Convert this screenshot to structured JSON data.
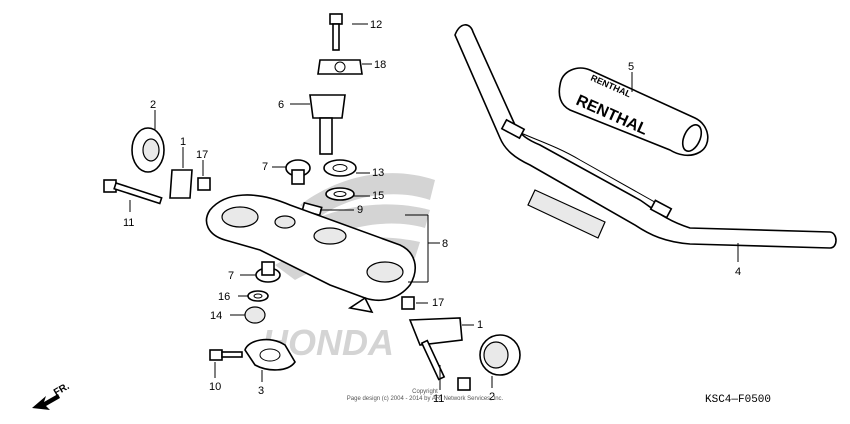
{
  "diagram": {
    "code": "KSC4—F0500",
    "direction": "FR.",
    "brand_large": "RENTHAL",
    "brand_small": "RENTHAL",
    "watermark": "HONDA",
    "copyright_line1": "Copyright",
    "copyright_line2": "Page design (c) 2004 - 2014 by ARI Network Services, Inc.",
    "callouts": {
      "c1a": "1",
      "c1b": "1",
      "c2a": "2",
      "c2b": "2",
      "c3": "3",
      "c4": "4",
      "c5": "5",
      "c6": "6",
      "c7a": "7",
      "c7b": "7",
      "c8": "8",
      "c9": "9",
      "c10": "10",
      "c11a": "11",
      "c11b": "11",
      "c12": "12",
      "c13": "13",
      "c14": "14",
      "c15": "15",
      "c16": "16",
      "c17a": "17",
      "c17b": "17",
      "c18": "18"
    }
  }
}
